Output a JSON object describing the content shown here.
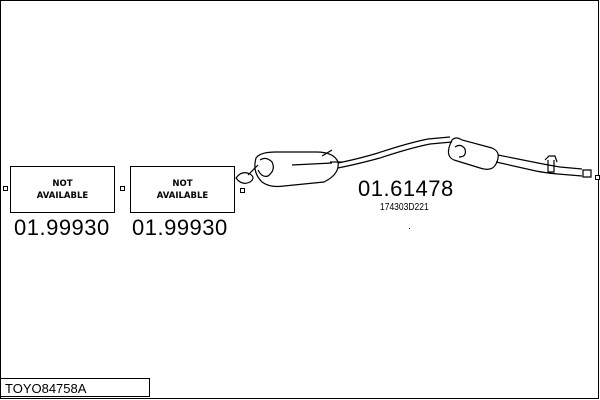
{
  "parts": [
    {
      "line1": "NOT",
      "line2": "AVAILABLE",
      "number": "01.99930"
    },
    {
      "line1": "NOT",
      "line2": "AVAILABLE",
      "number": "01.99930"
    }
  ],
  "main_part": {
    "number": "01.61478",
    "oem": "174303D221"
  },
  "reference": "TOYO84758A"
}
